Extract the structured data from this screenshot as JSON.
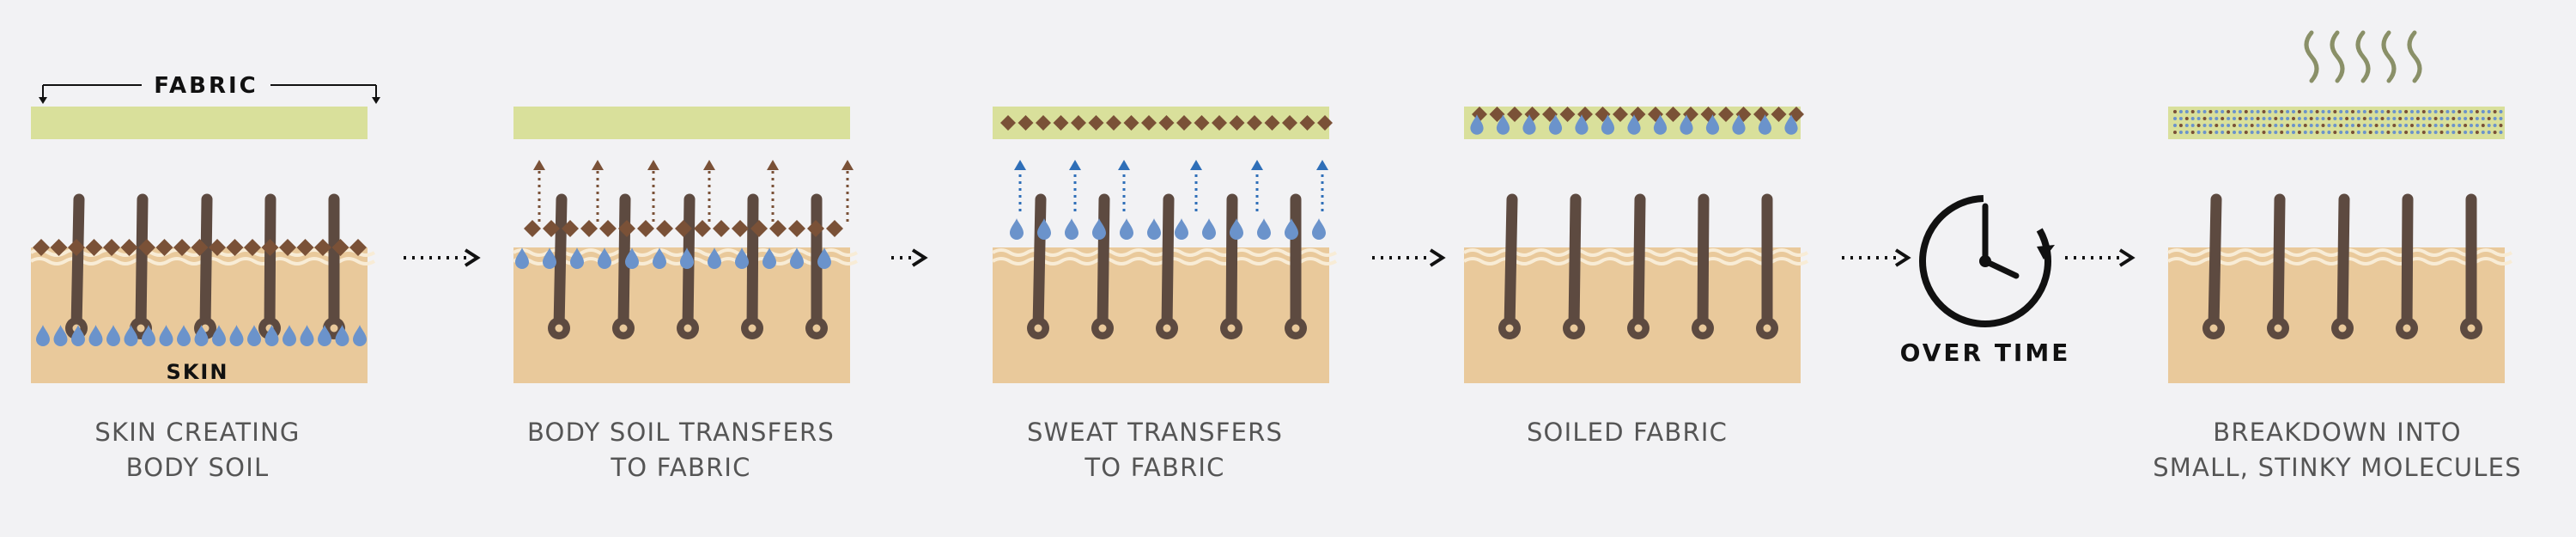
{
  "labels": {
    "fabric": "FABRIC",
    "skin": "SKIN",
    "over_time": "OVER TIME"
  },
  "steps": [
    {
      "caption": "SKIN CREATING\nBODY SOIL"
    },
    {
      "caption": "BODY SOIL TRANSFERS\nTO FABRIC"
    },
    {
      "caption": "SWEAT TRANSFERS\nTO FABRIC"
    },
    {
      "caption": "SOILED FABRIC"
    },
    {
      "caption": "BREAKDOWN INTO\nSMALL, STINKY MOLECULES"
    }
  ],
  "colors": {
    "background": "#f2f2f4",
    "fabric": "#d9e09b",
    "skin": "#e9c99b",
    "skin_line": "#f8ecd6",
    "hair": "#5d4a40",
    "soil": "#7a5137",
    "sweat": "#6b93cb",
    "sweat_arrow": "#2f6fb8",
    "steam": "#8a9068",
    "text": "#555555",
    "arrow": "#111111"
  }
}
